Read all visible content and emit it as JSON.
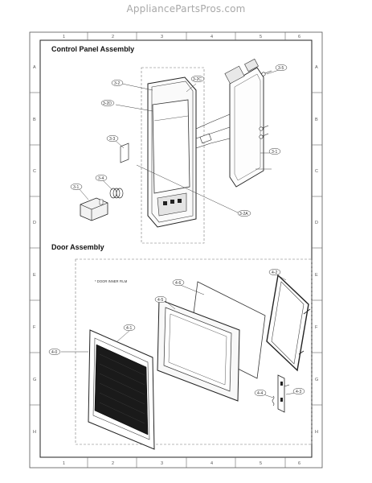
{
  "watermark": "AppliancePartsPros.com",
  "grid": {
    "columns": [
      "1",
      "2",
      "3",
      "4",
      "5",
      "6"
    ],
    "rows": [
      "A",
      "B",
      "C",
      "D",
      "E",
      "F",
      "G",
      "H"
    ]
  },
  "sections": {
    "control_panel": "Control Panel Assembly",
    "door": "Door Assembly"
  },
  "note": "* DOOR INNER FILM",
  "callouts": {
    "cp_3_2": "3-2",
    "cp_3_2c": "3-2C",
    "cp_3_5": "3-5",
    "cp_3_2d": "3-2D",
    "cp_3_3": "3-3",
    "cp_3_4": "3-4",
    "cp_3_1a": "3-1",
    "cp_3_1b": "3-1",
    "cp_3_2a": "3-2A",
    "door_4_6": "4-6",
    "door_4_2": "4-2",
    "door_4_5": "4-5",
    "door_4_1": "4-1",
    "door_4_0": "4-0",
    "door_4_4": "4-4",
    "door_4_3": "4-3"
  }
}
